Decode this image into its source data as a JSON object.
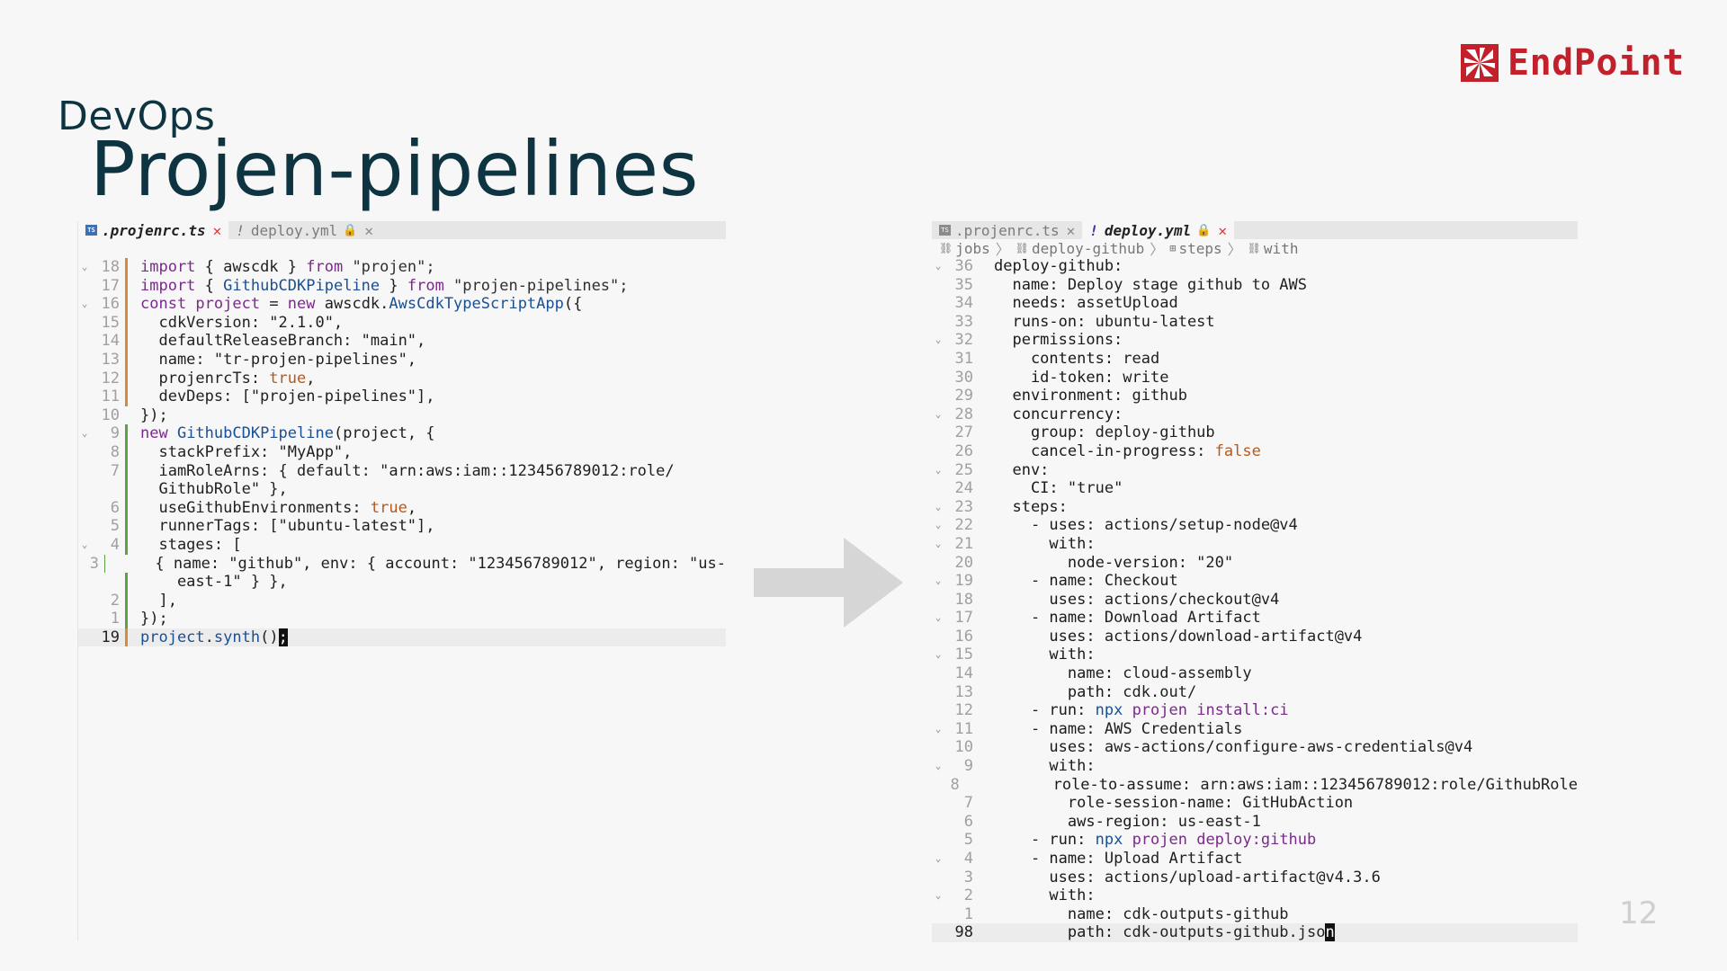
{
  "slide": {
    "eyebrow": "DevOps",
    "title": "Projen-pipelines",
    "page_number": "12",
    "logo_text": "EndPoint"
  },
  "left_editor": {
    "tabs": [
      {
        "label": ".projenrc.ts",
        "active": true,
        "icon": "ts-file-icon"
      },
      {
        "label": "deploy.yml",
        "active": false,
        "icon": "yml-file-icon",
        "locked": true
      }
    ],
    "lines": [
      {
        "n": "18",
        "fold": "v",
        "g": "mod",
        "h": [
          [
            "kw",
            "import"
          ],
          [
            "txt",
            " { awscdk } "
          ],
          [
            "kw",
            "from"
          ],
          [
            "str",
            " \"projen\";"
          ]
        ]
      },
      {
        "n": "17",
        "fold": "",
        "g": "mod",
        "h": [
          [
            "kw",
            "import"
          ],
          [
            "txt",
            " { "
          ],
          [
            "fn",
            "GithubCDKPipeline"
          ],
          [
            "txt",
            " } "
          ],
          [
            "kw",
            "from"
          ],
          [
            "str",
            " \"projen-pipelines\";"
          ]
        ]
      },
      {
        "n": "16",
        "fold": "v",
        "g": "mod",
        "h": [
          [
            "kw",
            "const"
          ],
          [
            "kw",
            " project"
          ],
          [
            "txt",
            " = "
          ],
          [
            "kw",
            "new"
          ],
          [
            "txt",
            " awscdk."
          ],
          [
            "fn",
            "AwsCdkTypeScriptApp"
          ],
          [
            "txt",
            "({"
          ]
        ]
      },
      {
        "n": "15",
        "fold": "",
        "g": "mod",
        "h": [
          [
            "txt",
            "  cdkVersion: \"2.1.0\","
          ]
        ]
      },
      {
        "n": "14",
        "fold": "",
        "g": "mod",
        "h": [
          [
            "txt",
            "  defaultReleaseBranch: \"main\","
          ]
        ]
      },
      {
        "n": "13",
        "fold": "",
        "g": "mod",
        "h": [
          [
            "txt",
            "  name: \"tr-projen-pipelines\","
          ]
        ]
      },
      {
        "n": "12",
        "fold": "",
        "g": "mod",
        "h": [
          [
            "txt",
            "  projenrcTs: "
          ],
          [
            "bool",
            "true"
          ],
          [
            "txt",
            ","
          ]
        ]
      },
      {
        "n": "11",
        "fold": "",
        "g": "mod",
        "h": [
          [
            "txt",
            "  devDeps: [\"projen-pipelines\"],"
          ]
        ]
      },
      {
        "n": "10",
        "fold": "",
        "g": "none",
        "h": [
          [
            "txt",
            "});"
          ]
        ]
      },
      {
        "n": "9",
        "fold": "v",
        "g": "add",
        "h": [
          [
            "kw",
            "new"
          ],
          [
            "fn",
            " GithubCDKPipeline"
          ],
          [
            "txt",
            "(project, {"
          ]
        ]
      },
      {
        "n": "8",
        "fold": "",
        "g": "add",
        "h": [
          [
            "txt",
            "  stackPrefix: \"MyApp\","
          ]
        ]
      },
      {
        "n": "7",
        "fold": "",
        "g": "add",
        "h": [
          [
            "txt",
            "  iamRoleArns: { default: \"arn:aws:iam::123456789012:role/"
          ]
        ]
      },
      {
        "n": "",
        "fold": "",
        "g": "add",
        "h": [
          [
            "txt",
            "  GithubRole\" },"
          ]
        ]
      },
      {
        "n": "6",
        "fold": "",
        "g": "add",
        "h": [
          [
            "txt",
            "  useGithubEnvironments: "
          ],
          [
            "bool",
            "true"
          ],
          [
            "txt",
            ","
          ]
        ]
      },
      {
        "n": "5",
        "fold": "",
        "g": "add",
        "h": [
          [
            "txt",
            "  runnerTags: [\"ubuntu-latest\"],"
          ]
        ]
      },
      {
        "n": "4",
        "fold": "v",
        "g": "add",
        "h": [
          [
            "txt",
            "  stages: ["
          ]
        ]
      },
      {
        "n": "3",
        "fold": "",
        "g": "add",
        "h": [
          [
            "txt",
            "    { name: \"github\", env: { account: \"123456789012\", region: \"us-"
          ]
        ]
      },
      {
        "n": "",
        "fold": "",
        "g": "add",
        "h": [
          [
            "txt",
            "    east-1\" } },"
          ]
        ]
      },
      {
        "n": "2",
        "fold": "",
        "g": "add",
        "h": [
          [
            "txt",
            "  ],"
          ]
        ]
      },
      {
        "n": "1",
        "fold": "",
        "g": "add",
        "h": [
          [
            "txt",
            "});"
          ]
        ]
      },
      {
        "n": "19",
        "fold": "",
        "g": "mod",
        "current": true,
        "h": [
          [
            "fn",
            "project"
          ],
          [
            "txt",
            "."
          ],
          [
            "fn",
            "synth"
          ],
          [
            "txt",
            "()"
          ],
          [
            "cursor",
            ";"
          ]
        ]
      }
    ]
  },
  "right_editor": {
    "tabs": [
      {
        "label": ".projenrc.ts",
        "active": false,
        "icon": "ts-file-icon"
      },
      {
        "label": "deploy.yml",
        "active": true,
        "icon": "yml-file-icon",
        "locked": true
      }
    ],
    "breadcrumb": [
      "jobs",
      "deploy-github",
      "steps",
      "with"
    ],
    "lines": [
      {
        "n": "36",
        "fold": "v",
        "h": [
          [
            "key",
            "deploy-github:"
          ]
        ],
        "i": 0
      },
      {
        "n": "35",
        "fold": "",
        "h": [
          [
            "key",
            "  name: "
          ],
          [
            "txt",
            "Deploy stage github to AWS"
          ]
        ]
      },
      {
        "n": "34",
        "fold": "",
        "h": [
          [
            "key",
            "  needs: "
          ],
          [
            "txt",
            "assetUpload"
          ]
        ]
      },
      {
        "n": "33",
        "fold": "",
        "h": [
          [
            "key",
            "  runs-on: "
          ],
          [
            "txt",
            "ubuntu-latest"
          ]
        ]
      },
      {
        "n": "32",
        "fold": "v",
        "h": [
          [
            "key",
            "  permissions:"
          ]
        ]
      },
      {
        "n": "31",
        "fold": "",
        "h": [
          [
            "key",
            "    contents: "
          ],
          [
            "txt",
            "read"
          ]
        ]
      },
      {
        "n": "30",
        "fold": "",
        "h": [
          [
            "key",
            "    id-token: "
          ],
          [
            "txt",
            "write"
          ]
        ]
      },
      {
        "n": "29",
        "fold": "",
        "h": [
          [
            "key",
            "  environment: "
          ],
          [
            "txt",
            "github"
          ]
        ]
      },
      {
        "n": "28",
        "fold": "v",
        "h": [
          [
            "key",
            "  concurrency:"
          ]
        ]
      },
      {
        "n": "27",
        "fold": "",
        "h": [
          [
            "key",
            "    group: "
          ],
          [
            "txt",
            "deploy-github"
          ]
        ]
      },
      {
        "n": "26",
        "fold": "",
        "h": [
          [
            "key",
            "    cancel-in-progress: "
          ],
          [
            "bool",
            "false"
          ]
        ]
      },
      {
        "n": "25",
        "fold": "v",
        "h": [
          [
            "key",
            "  env:"
          ]
        ]
      },
      {
        "n": "24",
        "fold": "",
        "h": [
          [
            "key",
            "    CI: "
          ],
          [
            "txt",
            "\"true\""
          ]
        ]
      },
      {
        "n": "23",
        "fold": "v",
        "h": [
          [
            "key",
            "  steps:"
          ]
        ]
      },
      {
        "n": "22",
        "fold": "v",
        "h": [
          [
            "txt",
            "    - "
          ],
          [
            "key",
            "uses: "
          ],
          [
            "txt",
            "actions/setup-node@v4"
          ]
        ]
      },
      {
        "n": "21",
        "fold": "v",
        "h": [
          [
            "key",
            "      with:"
          ]
        ]
      },
      {
        "n": "20",
        "fold": "",
        "h": [
          [
            "key",
            "        node-version: "
          ],
          [
            "txt",
            "\"20\""
          ]
        ]
      },
      {
        "n": "19",
        "fold": "v",
        "h": [
          [
            "txt",
            "    - "
          ],
          [
            "key",
            "name: "
          ],
          [
            "txt",
            "Checkout"
          ]
        ]
      },
      {
        "n": "18",
        "fold": "",
        "h": [
          [
            "key",
            "      uses: "
          ],
          [
            "txt",
            "actions/checkout@v4"
          ]
        ]
      },
      {
        "n": "17",
        "fold": "v",
        "h": [
          [
            "txt",
            "    - "
          ],
          [
            "key",
            "name: "
          ],
          [
            "txt",
            "Download Artifact"
          ]
        ]
      },
      {
        "n": "16",
        "fold": "",
        "h": [
          [
            "key",
            "      uses: "
          ],
          [
            "txt",
            "actions/download-artifact@v4"
          ]
        ]
      },
      {
        "n": "15",
        "fold": "v",
        "h": [
          [
            "key",
            "      with:"
          ]
        ]
      },
      {
        "n": "14",
        "fold": "",
        "h": [
          [
            "key",
            "        name: "
          ],
          [
            "txt",
            "cloud-assembly"
          ]
        ]
      },
      {
        "n": "13",
        "fold": "",
        "h": [
          [
            "key",
            "        path: "
          ],
          [
            "txt",
            "cdk.out/"
          ]
        ]
      },
      {
        "n": "12",
        "fold": "",
        "h": [
          [
            "txt",
            "    - "
          ],
          [
            "key",
            "run: "
          ],
          [
            "cmd",
            "npx"
          ],
          [
            "arg",
            " projen install:ci"
          ]
        ]
      },
      {
        "n": "11",
        "fold": "v",
        "h": [
          [
            "txt",
            "    - "
          ],
          [
            "key",
            "name: "
          ],
          [
            "txt",
            "AWS Credentials"
          ]
        ]
      },
      {
        "n": "10",
        "fold": "",
        "h": [
          [
            "key",
            "      uses: "
          ],
          [
            "txt",
            "aws-actions/configure-aws-credentials@v4"
          ]
        ]
      },
      {
        "n": "9",
        "fold": "v",
        "h": [
          [
            "key",
            "      with:"
          ]
        ]
      },
      {
        "n": "8",
        "fold": "",
        "h": [
          [
            "key",
            "        role-to-assume: "
          ],
          [
            "txt",
            "arn:aws:iam::123456789012:role/GithubRole"
          ]
        ]
      },
      {
        "n": "7",
        "fold": "",
        "h": [
          [
            "key",
            "        role-session-name: "
          ],
          [
            "txt",
            "GitHubAction"
          ]
        ]
      },
      {
        "n": "6",
        "fold": "",
        "h": [
          [
            "key",
            "        aws-region: "
          ],
          [
            "txt",
            "us-east-1"
          ]
        ]
      },
      {
        "n": "5",
        "fold": "",
        "h": [
          [
            "txt",
            "    - "
          ],
          [
            "key",
            "run: "
          ],
          [
            "cmd",
            "npx"
          ],
          [
            "arg",
            " projen deploy:github"
          ]
        ]
      },
      {
        "n": "4",
        "fold": "v",
        "h": [
          [
            "txt",
            "    - "
          ],
          [
            "key",
            "name: "
          ],
          [
            "txt",
            "Upload Artifact"
          ]
        ]
      },
      {
        "n": "3",
        "fold": "",
        "h": [
          [
            "key",
            "      uses: "
          ],
          [
            "txt",
            "actions/upload-artifact@v4.3.6"
          ]
        ]
      },
      {
        "n": "2",
        "fold": "v",
        "h": [
          [
            "key",
            "      with:"
          ]
        ]
      },
      {
        "n": "1",
        "fold": "",
        "h": [
          [
            "key",
            "        name: "
          ],
          [
            "txt",
            "cdk-outputs-github"
          ]
        ]
      },
      {
        "n": "98",
        "fold": "",
        "current": true,
        "h": [
          [
            "key",
            "        path: "
          ],
          [
            "txt",
            "cdk-outputs-github.jso"
          ],
          [
            "cursor",
            "n"
          ]
        ]
      }
    ]
  },
  "colors": {
    "title": "#0f3441",
    "logo": "#c2202b",
    "modified": "#d9893a",
    "added": "#5aa246"
  }
}
